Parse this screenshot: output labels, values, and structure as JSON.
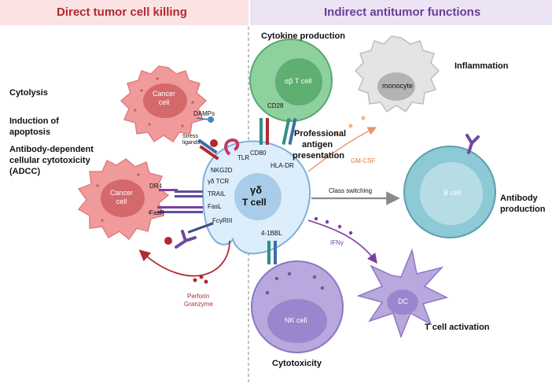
{
  "panels": {
    "left_title": "Direct tumor cell killing",
    "right_title": "Indirect antitumor functions"
  },
  "colors": {
    "left_header_bg": "#fbe3e3",
    "right_header_bg": "#ece4f5",
    "left_title": "#b02a30",
    "right_title": "#6a3d9a",
    "cancer_cell": "#f19a9b",
    "t_cell": "#dceefb",
    "ab_t_cell": "#8fd19e",
    "b_cell": "#8ec9d6",
    "nk_cell": "#b9a8dd",
    "monocyte": "#dcdcdc"
  },
  "left_labels": {
    "cytolysis": "Cytolysis",
    "induction_1": "Induction of",
    "induction_2": "apoptosis",
    "adcc_1": "Antibody-dependent",
    "adcc_2": "cellular cytotoxicity",
    "adcc_3": "(ADCC)"
  },
  "cells": {
    "cancer_top": "Cancer\ncell",
    "cancer_left": "Cancer\ncell",
    "gd_t_1": "γδ",
    "gd_t_2": "T cell",
    "ab_t": "αβ T cell",
    "monocyte": "monocyte",
    "b_cell": "B cell",
    "nk_cell": "NK cell",
    "dc": "DC"
  },
  "receptors": {
    "stress_ligands": "Stress\nligands",
    "damps": "DAMPs",
    "nkg2d": "NKG2D",
    "tlr": "TLR",
    "gd_tcr": "γδ TCR",
    "dr4": "DR4",
    "trail": "TRAIL",
    "fasl": "FasL",
    "fasr": "FasR",
    "fcgr": "FcγRIII",
    "cd28": "CD28",
    "cd80": "CD80",
    "hla_dr": "HLA-DR",
    "bbl": "4-1BBL"
  },
  "functions": {
    "cytokine": "Cytokine production",
    "inflammation": "Inflammation",
    "prof_1": "Professional",
    "prof_2": "antigen",
    "prof_3": "presentation",
    "gm_csf": "GM-CSF",
    "class_switch": "Class switching",
    "antibody_1": "Antibody",
    "antibody_2": "production",
    "ifng": "IFNγ",
    "t_activation": "T cell activation",
    "cytotoxicity": "Cytotoxicity",
    "perforin": "Perforin",
    "granzyme": "Granzyme"
  }
}
